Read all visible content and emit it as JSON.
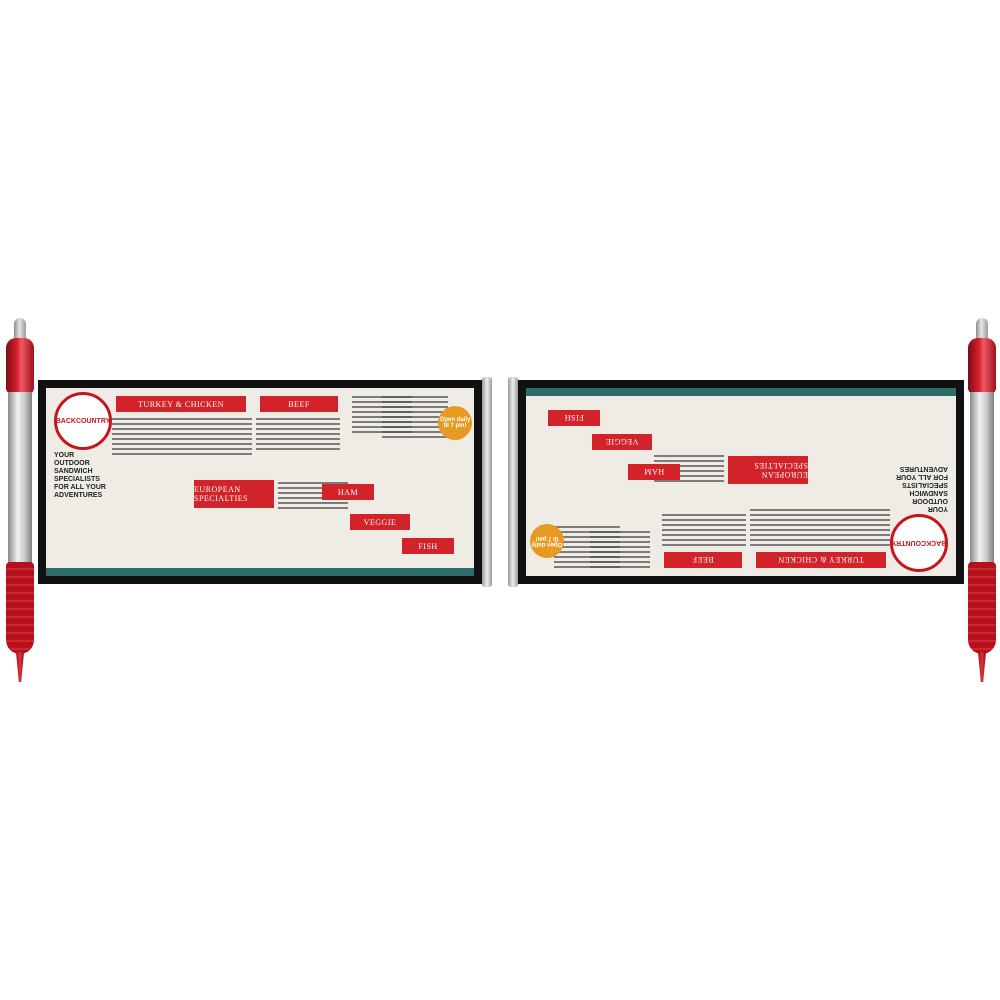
{
  "brand": {
    "name": "BACKCOUNTRY",
    "accent": "#d2232a",
    "teal": "#2e6c6a"
  },
  "tagline": "YOUR OUTDOOR SANDWICH SPECIALISTS FOR ALL YOUR ADVENTURES",
  "categories": [
    "TURKEY & CHICKEN",
    "BEEF",
    "EUROPEAN SPECIALTIES",
    "HAM",
    "VEGGIE",
    "FISH"
  ],
  "badge": "Open daily til 7 pm!"
}
